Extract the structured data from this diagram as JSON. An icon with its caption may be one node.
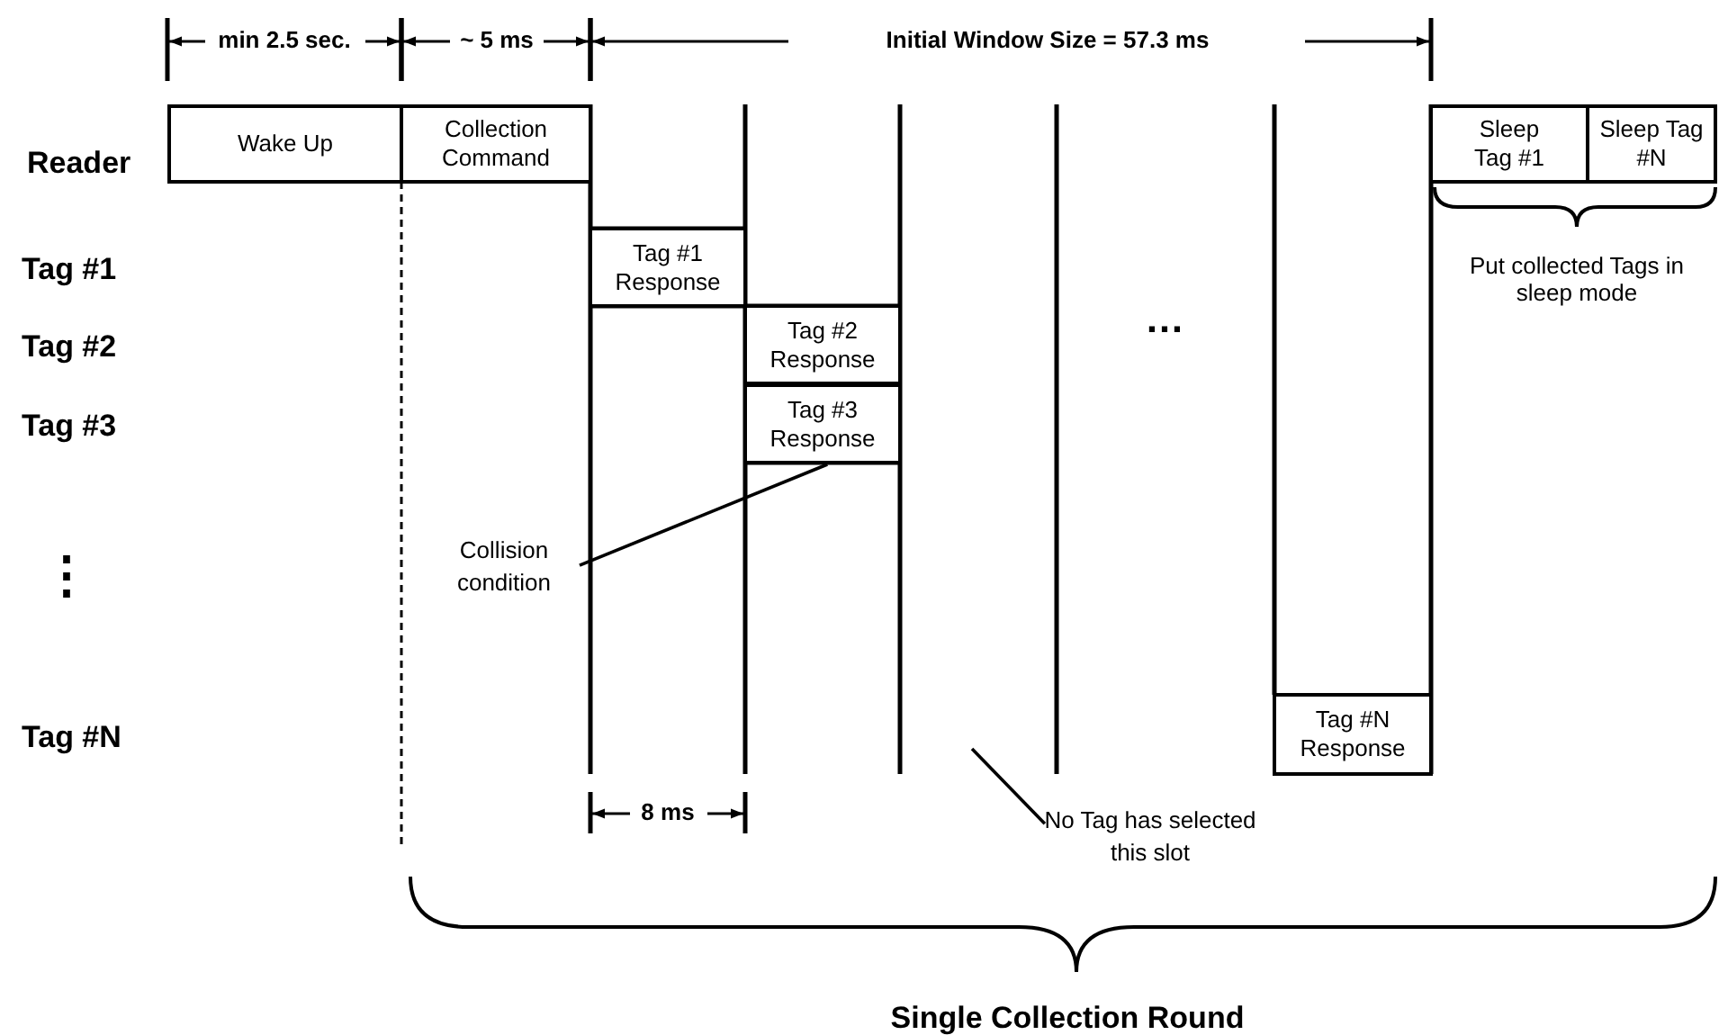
{
  "diagram": {
    "nodes": [
      {
        "text": [
          "Wake Up"
        ]
      },
      {
        "text": [
          "Collection Command"
        ]
      },
      {
        "text": [
          "Tag #1 Response"
        ]
      },
      {
        "text": [
          "Tag #2 Response"
        ]
      },
      {
        "text": [
          "Tag #3 Response"
        ]
      },
      {
        "text": [
          "Tag #N Response"
        ]
      },
      {
        "text": [
          "Sleep Tag #1"
        ]
      },
      {
        "text": [
          "Sleep Tag #N"
        ]
      },
      {
        "text": [
          "Collision condition"
        ]
      },
      {
        "text": [
          "No Tag has selected this slot"
        ]
      }
    ],
    "edges": [
      {
        "from": 8,
        "to": 4,
        "arrow": "none"
      },
      {
        "from": 9,
        "to": null,
        "arrow": "none"
      }
    ],
    "labels": [
      "min 2.5 sec.",
      "~ 5 ms",
      "Initial Window Size = 57.3 ms",
      "Reader",
      "Tag #1",
      "Tag #2",
      "Tag #3",
      "⋮",
      "…",
      "Put collected Tags in sleep mode",
      "Tag #N",
      "8 ms",
      "Single Collection Round"
    ]
  }
}
